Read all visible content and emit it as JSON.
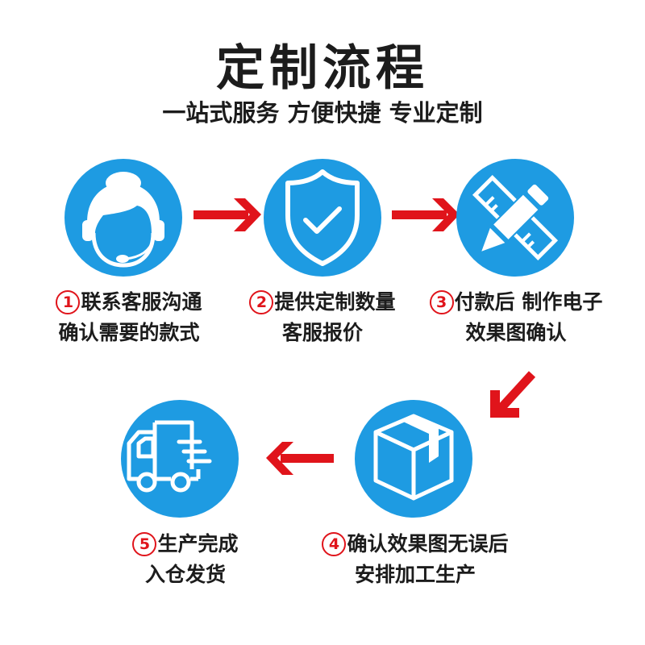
{
  "header": {
    "title": "定制流程",
    "subtitle": "一站式服务 方便快捷 专业定制"
  },
  "colors": {
    "circle_blue": "#1e9be2",
    "arrow_red": "#e0141b",
    "text_dark": "#1c1c1c"
  },
  "steps": [
    {
      "number": "1",
      "icon": "customer-service-headset-icon",
      "line1": "联系客服沟通",
      "line2": "确认需要的款式"
    },
    {
      "number": "2",
      "icon": "shield-check-icon",
      "line1": "提供定制数量",
      "line2": "客服报价"
    },
    {
      "number": "3",
      "icon": "pencil-ruler-design-icon",
      "line1": "付款后 制作电子",
      "line2": "效果图确认"
    },
    {
      "number": "4",
      "icon": "package-box-icon",
      "line1": "确认效果图无误后",
      "line2": "安排加工生产"
    },
    {
      "number": "5",
      "icon": "delivery-truck-icon",
      "line1": "生产完成",
      "line2": "入仓发货"
    }
  ],
  "arrows": [
    {
      "from": 1,
      "to": 2,
      "direction": "right"
    },
    {
      "from": 2,
      "to": 3,
      "direction": "right"
    },
    {
      "from": 3,
      "to": 4,
      "direction": "down-left"
    },
    {
      "from": 4,
      "to": 5,
      "direction": "left"
    }
  ]
}
